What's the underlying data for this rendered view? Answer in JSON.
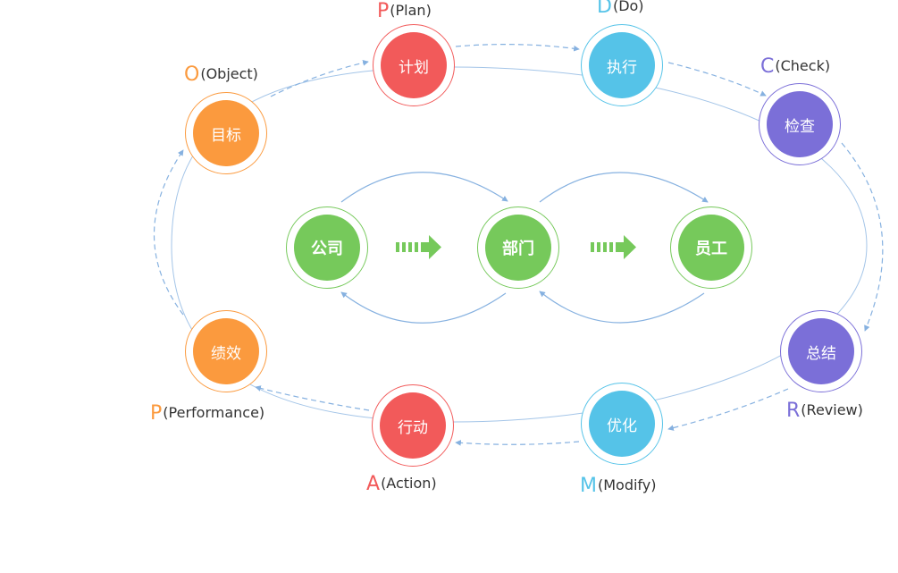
{
  "colors": {
    "red": "#f25a5a",
    "blue": "#55c3e8",
    "purple": "#7b6fd8",
    "orange": "#fb9a3e",
    "green": "#76c95b",
    "line": "#86b1e0",
    "text": "#333333"
  },
  "cycle_nodes": [
    {
      "id": "plan",
      "label": "计划",
      "color": "red",
      "letter": "P",
      "caption": "(Plan)"
    },
    {
      "id": "do",
      "label": "执行",
      "color": "blue",
      "letter": "D",
      "caption": "(Do)"
    },
    {
      "id": "check",
      "label": "检查",
      "color": "purple",
      "letter": "C",
      "caption": "(Check)"
    },
    {
      "id": "review",
      "label": "总结",
      "color": "purple",
      "letter": "R",
      "caption": "(Review)"
    },
    {
      "id": "modify",
      "label": "优化",
      "color": "blue",
      "letter": "M",
      "caption": "(Modify)"
    },
    {
      "id": "action",
      "label": "行动",
      "color": "red",
      "letter": "A",
      "caption": "(Action)"
    },
    {
      "id": "performance",
      "label": "绩效",
      "color": "orange",
      "letter": "P",
      "caption": "(Performance)"
    },
    {
      "id": "object",
      "label": "目标",
      "color": "orange",
      "letter": "O",
      "caption": "(Object)"
    }
  ],
  "center_nodes": [
    {
      "id": "company",
      "label": "公司"
    },
    {
      "id": "department",
      "label": "部门"
    },
    {
      "id": "staff",
      "label": "员工"
    }
  ]
}
